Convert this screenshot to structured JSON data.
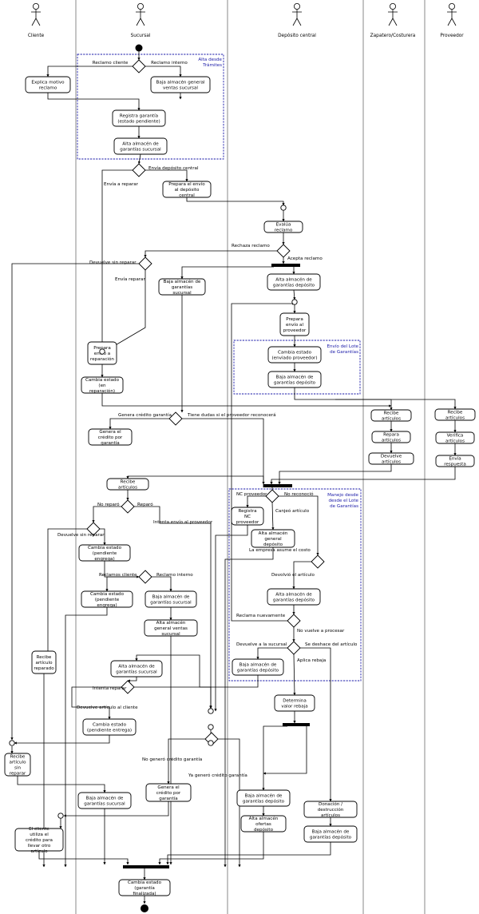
{
  "lanes": {
    "cliente": "Cliente",
    "sucursal": "Sucursal",
    "deposito": "Depósito central",
    "zapatero": "Zapatero/Costurera",
    "proveedor": "Proveedor"
  },
  "groups": {
    "alta_tramites": "Alta desde Trámites",
    "envio_lote": "Envío del Lote de Garantías",
    "manejo_lote": "Manejo desde el Lote de Garantías"
  },
  "actions": {
    "explica_motivo": "Explica motivo reclamo",
    "baja_alm_general_ventas_1": "Baja almacén general ventas sucursal",
    "registra_garantia": "Registra garantía (estado pendiente)",
    "alta_alm_garantias_suc_1": "Alta almacén de garantías sucursal",
    "prepara_envio_deposito": "Prepara el envío al depósito central",
    "evalua_reclamo": "Evalúa reclamo",
    "baja_alm_garantias_suc_1": "Baja almacén de garantías sucursal",
    "alta_alm_garantias_dep_1": "Alta almacén de garantías depósito",
    "prepara_envio_proveedor": "Prepara envío al proveedor",
    "prepara_envio_reparacion": "Prepara envío a reparación",
    "cambia_estado_enviado_proveedor": "Cambia estado (enviado proveedor)",
    "baja_alm_garantias_dep_1": "Baja almacén de garantías depósito",
    "cambia_estado_reparacion": "Cambia estado (en reparación)",
    "recibe_articulos_zap": "Recibe artículos",
    "repara_articulos": "Repara artículos",
    "devuelve_articulos_zap": "Devuelve artículos",
    "recibe_articulos_prov": "Recibe artículos",
    "verifica_articulos": "Verifica artículos",
    "envia_respuesta": "Envía respuesta",
    "genera_credito_1": "Genera el crédito por garantía",
    "recibe_articulos_suc": "Recibe artículos",
    "registra_nc": "Registra NC proveedor",
    "alta_alm_general_deposito": "Alta almacén general depósito",
    "cambia_estado_pendiente_1": "Cambia estado (pendiente engrega)",
    "alta_alm_garantias_dep_2": "Alta almacén de garantías depósito",
    "cambia_estado_pendiente_2": "Cambia estado (pendiente engrega)",
    "baja_alm_garantias_suc_2": "Baja almacén de garantías sucursal",
    "alta_alm_general_ventas": "Alta almacén general ventas sucursal",
    "recibe_reparado": "Recibe artículo reparado",
    "alta_alm_garantias_suc_2": "Alta almacén de garantías sucursal",
    "baja_alm_garantias_dep_2": "Baja almacén de garantías depósito",
    "determina_valor": "Determina valor rebaja",
    "cambia_estado_pendiente_3": "Cambia estado (pendiente entrega)",
    "recibe_sin_reparar": "Recibe artículo sin reparar",
    "genera_credito_2": "Genera el crédito por garantía",
    "baja_alm_garantias_suc_3": "Baja almacén de garantías sucursal",
    "baja_alm_garantias_dep_3": "Baja almacén de garantías depósito",
    "donacion": "Donación / destrucción artículos",
    "alta_alm_ofertas": "Alta almacén ofertas depósito",
    "baja_alm_garantias_dep_4": "Baja almacén de garantías depósito",
    "cliente_utiliza": "El cliente utiliza el crédito para llevar otro artículo",
    "cambia_estado_final": "Cambia estado (garantía finalizada)"
  },
  "guards": {
    "reclamo_cliente": "Reclamo cliente",
    "reclamo_interno_1": "Reclamo interno",
    "envia_deposito": "Envía depósito central",
    "envia_reparar_1": "Envía a reparar",
    "rechaza_reclamo": "Rechaza reclamo",
    "acepta_reclamo": "Acepta reclamo",
    "devuelve_sin_reparar_1": "Devuelve sin reparar",
    "envia_reparar_2": "Envía reparar",
    "genera_credito": "Genera crédito garantía",
    "tiene_dudas": "Tiene dudas si el proveedor reconocerá",
    "no_reparo": "No reparó",
    "reparo": "Reparó",
    "intenta_envio": "Intenta envío al proveedor",
    "nc_proveedor": "NC proveedor",
    "no_reconocio": "No reconoció",
    "canjeo_articulo": "Canjeó artículo",
    "devuelve_sin_reparar_2": "Devuelve sin reparar",
    "empresa_asume": "La empresa asume el costo",
    "reclamos_cliente": "Reclamos cliente",
    "reclamo_interno_2": "Reclamo interno",
    "devolvio_articulo": "Devolvió el artículo",
    "reclama_nuevamente": "Reclama nuevamente",
    "no_vuelve": "No vuelve a procesar",
    "devuelve_sucursal": "Devuelve a la sucursal",
    "se_deshace": "Se deshace del artículo",
    "aplica_rebaja": "Aplica rebaja",
    "intenta_reparar": "Intenta reparar",
    "devuelve_cliente": "Devuelve artículo al cliente",
    "no_genero": "No generó crédito garantía",
    "ya_genero": "Ya generó crédito garantía"
  },
  "colors": {
    "line": "#000000",
    "group_border": "#1a1aa8",
    "lane_divider": "#bdbdbd"
  }
}
